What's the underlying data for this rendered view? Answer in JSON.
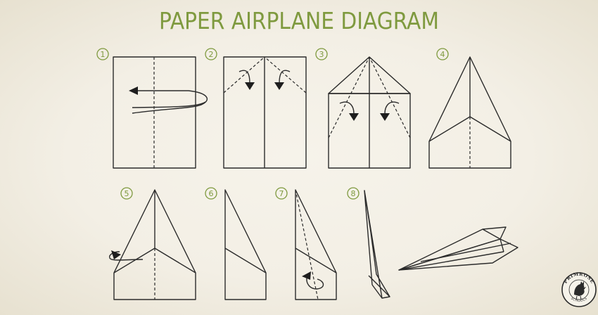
{
  "title": "PAPER AIRPLANE DIAGRAM",
  "steps": [
    {
      "number": "1"
    },
    {
      "number": "2"
    },
    {
      "number": "3"
    },
    {
      "number": "4"
    },
    {
      "number": "5"
    },
    {
      "number": "6"
    },
    {
      "number": "7"
    },
    {
      "number": "8"
    }
  ],
  "badge": {
    "logo_text": "PRIMROSE",
    "logo_subtext": "SCHOOLS"
  },
  "colors": {
    "accent": "#7f9a3f",
    "line": "#2b2b2b",
    "background": "#f3efe5"
  }
}
